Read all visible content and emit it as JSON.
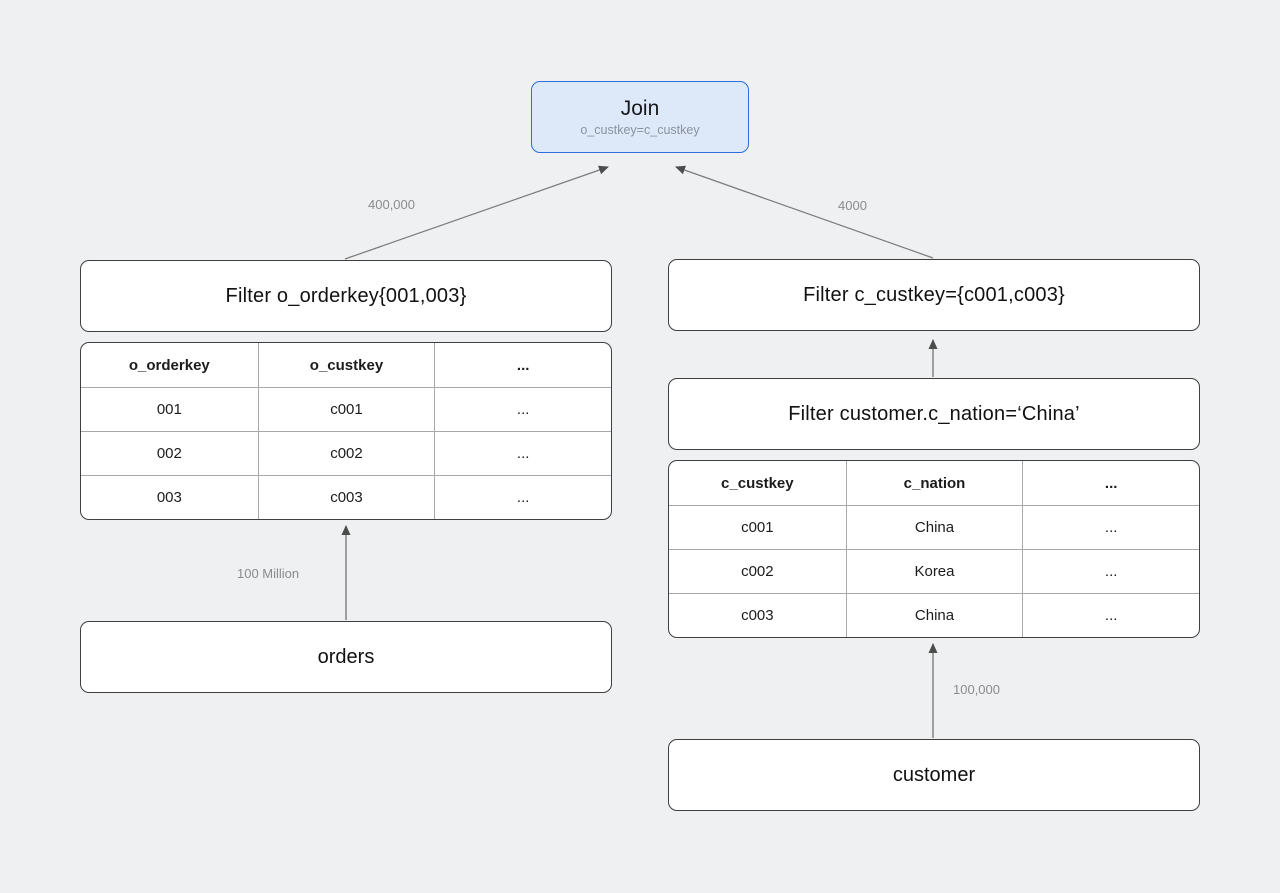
{
  "diagram": {
    "title_hint": "distributed join query plan",
    "join": {
      "title": "Join",
      "condition": "o_custkey=c_custkey"
    },
    "left_branch": {
      "filter_label": "Filter o_orderkey{001,003}",
      "table": {
        "headers": [
          "o_orderkey",
          "o_custkey",
          "..."
        ],
        "rows": [
          [
            "001",
            "c001",
            "..."
          ],
          [
            "002",
            "c002",
            "..."
          ],
          [
            "003",
            "c003",
            "..."
          ]
        ]
      },
      "source_label": "orders",
      "scan_cardinality": "100 Million",
      "output_cardinality": "400,000"
    },
    "right_branch": {
      "filter_custkey_label": "Filter c_custkey={c001,c003}",
      "filter_nation_label": "Filter customer.c_nation=‘China’",
      "table": {
        "headers": [
          "c_custkey",
          "c_nation",
          "..."
        ],
        "rows": [
          [
            "c001",
            "China",
            "..."
          ],
          [
            "c002",
            "Korea",
            "..."
          ],
          [
            "c003",
            "China",
            "..."
          ]
        ]
      },
      "source_label": "customer",
      "scan_cardinality": "100,000",
      "output_cardinality": "4000"
    },
    "colors": {
      "background": "#eef0f1",
      "node_fill": "#ffffff",
      "node_border": "#3f3f3f",
      "join_fill": "#dde9f9",
      "join_border": "#2f6edd",
      "join_subtitle": "#8a939e",
      "table_inner_grid": "#a8a8a8",
      "arrow_line": "#7a7a7a",
      "arrow_head": "#4c4c4c",
      "edge_label_text": "#8b8b8b"
    }
  }
}
